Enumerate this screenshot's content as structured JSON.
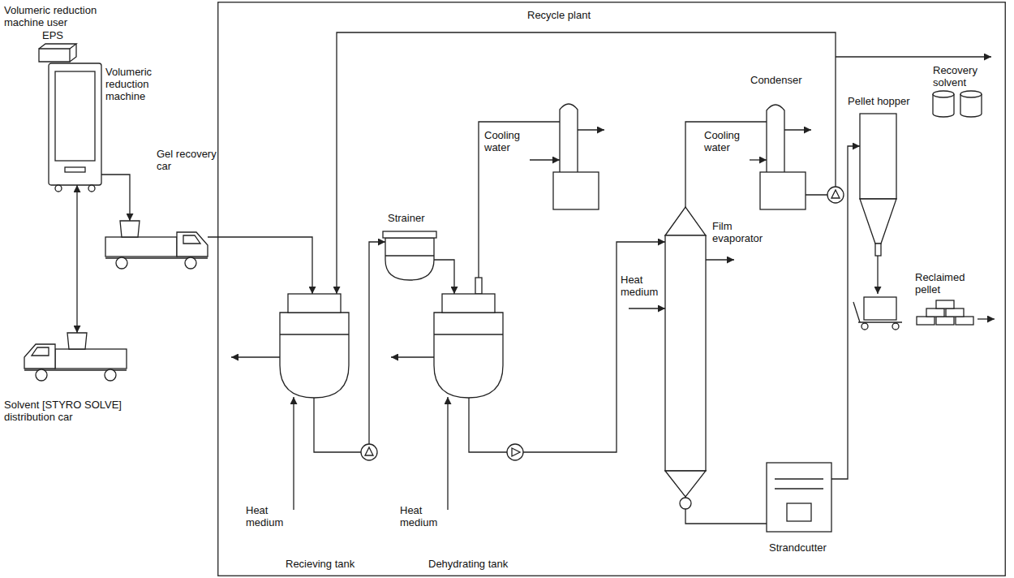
{
  "diagram": {
    "nodes": [
      {
        "text": [
          "Recycle plant"
        ]
      },
      {
        "text": [
          "Volumeric reduction machine"
        ]
      },
      {
        "text": [
          "Gel recovery car"
        ]
      },
      {
        "text": [
          "Solvent [STYRO SOLVE] distribution car"
        ]
      },
      {
        "text": [
          "Recieving tank"
        ],
        "in": 0
      },
      {
        "text": [
          "Strainer"
        ],
        "in": 0
      },
      {
        "text": [
          "Dehydrating tank"
        ],
        "in": 0
      },
      {
        "text": [
          "Film evaporator"
        ],
        "in": 0
      },
      {
        "text": [
          "Condenser"
        ],
        "in": 0
      },
      {
        "text": [
          "Strandcutter"
        ],
        "in": 0
      },
      {
        "text": [
          "Pellet hopper"
        ],
        "in": 0
      }
    ],
    "edges": [
      {
        "from": 1,
        "to": 2,
        "arrow": "to"
      },
      {
        "from": 1,
        "to": 3,
        "arrow": "both"
      },
      {
        "from": 2,
        "to": 4,
        "arrow": "to"
      },
      {
        "from": 4,
        "to": 5,
        "arrow": "to"
      },
      {
        "from": 5,
        "to": 6,
        "arrow": "to"
      },
      {
        "from": 6,
        "to": 7,
        "arrow": "to"
      },
      {
        "from": 7,
        "to": 8,
        "arrow": "none"
      },
      {
        "from": 8,
        "to": 4,
        "arrow": "to"
      },
      {
        "from": 7,
        "to": 9,
        "arrow": "none"
      },
      {
        "from": 9,
        "to": 10,
        "arrow": "to"
      }
    ],
    "labels": [
      "Volumeric reduction machine user",
      "EPS",
      "Cooling water",
      "Cooling water",
      "Heat medium",
      "Heat medium",
      "Heat medium",
      "Recovery solvent",
      "Reclaimed pellet"
    ]
  }
}
